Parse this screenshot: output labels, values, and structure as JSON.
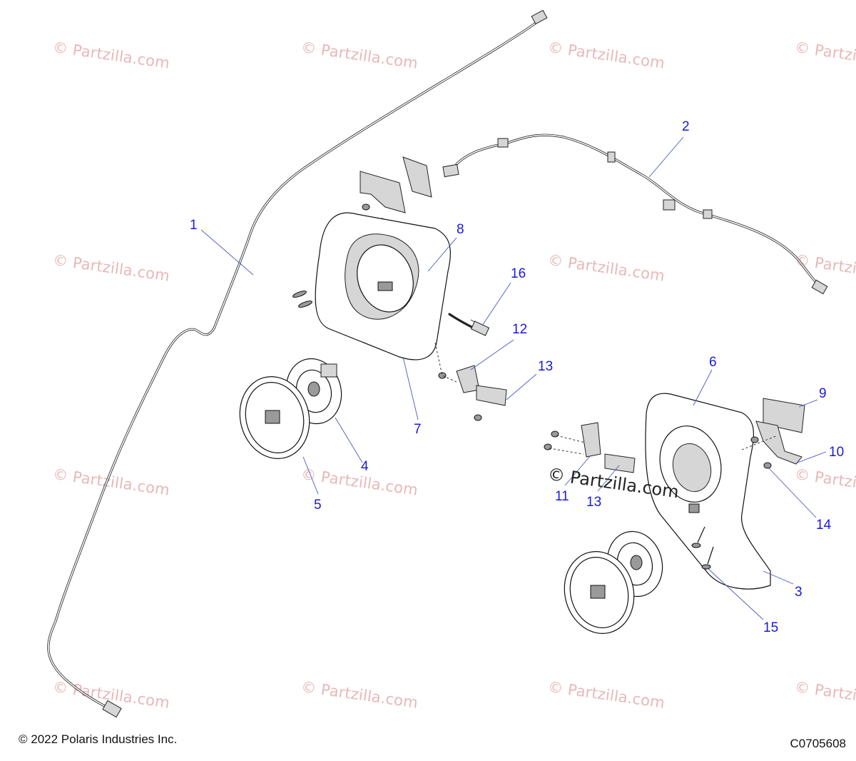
{
  "watermark": {
    "text": "© Partzilla.com"
  },
  "callouts": [
    {
      "id": "1",
      "label": "1"
    },
    {
      "id": "2",
      "label": "2"
    },
    {
      "id": "3",
      "label": "3"
    },
    {
      "id": "4",
      "label": "4"
    },
    {
      "id": "5",
      "label": "5"
    },
    {
      "id": "6",
      "label": "6"
    },
    {
      "id": "7",
      "label": "7"
    },
    {
      "id": "8",
      "label": "8"
    },
    {
      "id": "9",
      "label": "9"
    },
    {
      "id": "10",
      "label": "10"
    },
    {
      "id": "11",
      "label": "11"
    },
    {
      "id": "12",
      "label": "12"
    },
    {
      "id": "13a",
      "label": "13"
    },
    {
      "id": "13b",
      "label": "13"
    },
    {
      "id": "14",
      "label": "14"
    },
    {
      "id": "15",
      "label": "15"
    },
    {
      "id": "16",
      "label": "16"
    }
  ],
  "footer": {
    "copyright": "© 2022 Polaris Industries Inc.",
    "diagram_code": "C0705608"
  },
  "colors": {
    "callout": "#1a1adb",
    "leader": "#4a57c8",
    "watermark": "#e7b8b8"
  }
}
